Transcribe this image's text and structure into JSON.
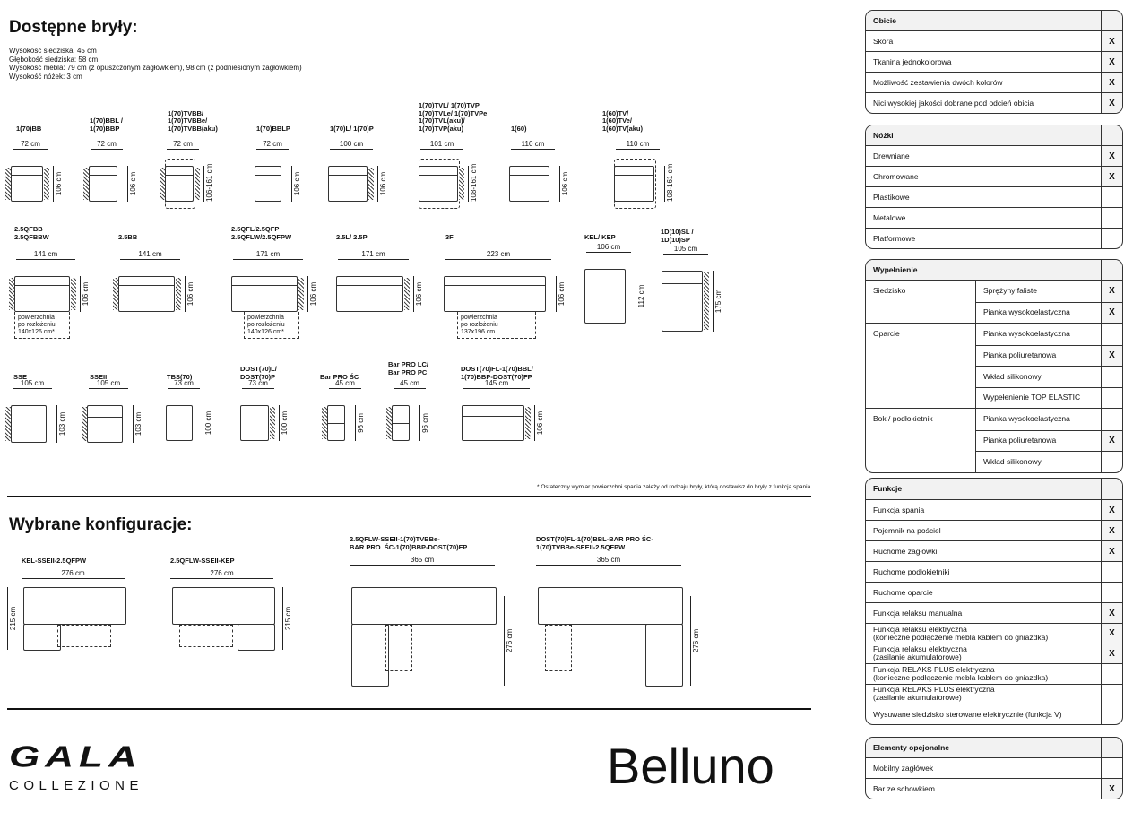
{
  "heading": "Dostępne bryły:",
  "specs": [
    "Wysokość siedziska: 45 cm",
    "Głębokość siedziska: 58 cm",
    "Wysokość mebla: 79 cm (z opuszczonym zagłówkiem), 98 cm (z podniesionym zagłówkiem)",
    "Wysokość nóżek: 3 cm"
  ],
  "modules": [
    {
      "name": "1(70)BB",
      "width": "72 cm",
      "height": "106 cm"
    },
    {
      "name": "1(70)BBL /\n1(70)BBP",
      "width": "72 cm",
      "height": "106 cm"
    },
    {
      "name": "1(70)TVBB/\n1(70)TVBBe/\n1(70)TVBB(aku)",
      "width": "72 cm",
      "height": "106-161 cm"
    },
    {
      "name": "1(70)BBLP",
      "width": "72 cm",
      "height": "106 cm"
    },
    {
      "name": "1(70)L/ 1(70)P",
      "width": "100 cm",
      "height": "106 cm"
    },
    {
      "name": "1(70)TVL/ 1(70)TVP\n1(70)TVLe/ 1(70)TVPe\n1(70)TVL(aku)/\n1(70)TVP(aku)",
      "width": "101 cm",
      "height": "108-161 cm"
    },
    {
      "name": "1(60)",
      "width": "110 cm",
      "height": "106 cm"
    },
    {
      "name": "1(60)TV/\n1(60)TVe/\n1(60)TV(aku)",
      "width": "110 cm",
      "height": "108-161 cm"
    },
    {
      "name": "2.5QFBB\n2.5QFBBW",
      "width": "141 cm",
      "height": "106 cm",
      "sleep": "powierzchnia\npo rozłożeniu\n140x126 cm*"
    },
    {
      "name": "2.5BB",
      "width": "141 cm",
      "height": "106 cm"
    },
    {
      "name": "2.5QFL/2.5QFP\n2.5QFLW/2.5QFPW",
      "width": "171 cm",
      "height": "106 cm",
      "sleep": "powierzchnia\npo rozłożeniu\n140x126 cm*"
    },
    {
      "name": "2.5L/ 2.5P",
      "width": "171 cm",
      "height": "106 cm"
    },
    {
      "name": "3F",
      "width": "223 cm",
      "height": "106 cm",
      "sleep": "powierzchnia\npo rozłożeniu\n137x196 cm"
    },
    {
      "name": "KEL/ KEP",
      "width": "106 cm",
      "height": "112 cm"
    },
    {
      "name": "1D(10)SL /\n1D(10)SP",
      "width": "105 cm",
      "height": "175 cm"
    },
    {
      "name": "SSE",
      "width": "105 cm",
      "height": "103 cm"
    },
    {
      "name": "SSEII",
      "width": "105 cm",
      "height": "103 cm"
    },
    {
      "name": "TBS(70)",
      "width": "73 cm",
      "height": "100 cm"
    },
    {
      "name": "DOST(70)L/\nDOST(70)P",
      "width": "73 cm",
      "height": "100 cm"
    },
    {
      "name": "Bar PRO ŚC",
      "width": "45 cm",
      "height": "96 cm"
    },
    {
      "name": "Bar PRO LC/\nBar PRO PC",
      "width": "45 cm",
      "height": "96 cm"
    },
    {
      "name": "DOST(70)FL-1(70)BBL/\n1(70)BBP-DOST(70)FP",
      "width": "145 cm",
      "height": "106 cm"
    }
  ],
  "note": "* Ostateczny wymiar powierzchni spania zależy od rodzaju bryły, którą dostawisz do bryły z funkcją spania.",
  "configs_heading": "Wybrane konfiguracje:",
  "configs": [
    {
      "name": "KEL-SSEII-2.5QFPW",
      "width": "276 cm",
      "height": "215 cm"
    },
    {
      "name": "2.5QFLW-SSEII-KEP",
      "width": "276 cm",
      "height": "215 cm"
    },
    {
      "name": "2.5QFLW-SSEII-1(70)TVBBe-\nBAR PRO  ŚC-1(70)BBP-DOST(70)FP",
      "width": "365 cm",
      "height": "276 cm"
    },
    {
      "name": "DOST(70)FL-1(70)BBL-BAR PRO ŚC-\n1(70)TVBBe-SEEII-2.5QFPW",
      "width": "365 cm",
      "height": "276 cm"
    }
  ],
  "tables": [
    {
      "title": "Obicie",
      "rows": [
        [
          "Skóra",
          "X"
        ],
        [
          "Tkanina jednokolorowa",
          "X"
        ],
        [
          "Możliwość zestawienia dwóch kolorów",
          "X"
        ],
        [
          "Nici wysokiej jakości dobrane pod odcień obicia",
          "X"
        ]
      ]
    },
    {
      "title": "Nóżki",
      "rows": [
        [
          "Drewniane",
          "X"
        ],
        [
          "Chromowane",
          "X"
        ],
        [
          "Plastikowe",
          ""
        ],
        [
          "Metalowe",
          ""
        ],
        [
          "Platformowe",
          ""
        ]
      ]
    },
    {
      "title": "Wypełnienie",
      "groups": [
        {
          "name": "Siedzisko",
          "rows": [
            [
              "Sprężyny faliste",
              "X"
            ],
            [
              "Pianka wysokoelastyczna",
              "X"
            ]
          ]
        },
        {
          "name": "Oparcie",
          "rows": [
            [
              "Pianka wysokoelastyczna",
              ""
            ],
            [
              "Pianka poliuretanowa",
              "X"
            ],
            [
              "Wkład silikonowy",
              ""
            ],
            [
              "Wypełenienie TOP ELASTIC",
              ""
            ]
          ]
        },
        {
          "name": "Bok / podłokietnik",
          "rows": [
            [
              "Pianka wysokoelastyczna",
              ""
            ],
            [
              "Pianka poliuretanowa",
              "X"
            ],
            [
              "Wkład silikonowy",
              ""
            ]
          ]
        }
      ]
    },
    {
      "title": "Funkcje",
      "rows": [
        [
          "Funkcja spania",
          "X"
        ],
        [
          "Pojemnik na pościel",
          "X"
        ],
        [
          "Ruchome zagłówki",
          "X"
        ],
        [
          "Ruchome podłokietniki",
          ""
        ],
        [
          "Ruchome oparcie",
          ""
        ],
        [
          "Funkcja relaksu manualna",
          "X"
        ],
        [
          "Funkcja relaksu elektryczna\n(konieczne podłączenie mebla kablem do gniazdka)",
          "X"
        ],
        [
          "Funkcja relaksu elektryczna\n(zasilanie akumulatorowe)",
          "X"
        ],
        [
          "Funkcja RELAKS PLUS elektryczna\n(konieczne podłączenie mebla kablem do gniazdka)",
          ""
        ],
        [
          "Funkcja RELAKS PLUS elektryczna\n(zasilanie akumulatorowe)",
          ""
        ],
        [
          "Wysuwane siedzisko sterowane elektrycznie (funkcja V)",
          ""
        ]
      ]
    },
    {
      "title": "Elementy opcjonalne",
      "rows": [
        [
          "Mobilny zagłówek",
          ""
        ],
        [
          "Bar ze schowkiem",
          "X"
        ]
      ]
    }
  ],
  "brand": {
    "logo_main": "GALA",
    "logo_sub": "COLLEZIONE",
    "product": "Belluno"
  }
}
